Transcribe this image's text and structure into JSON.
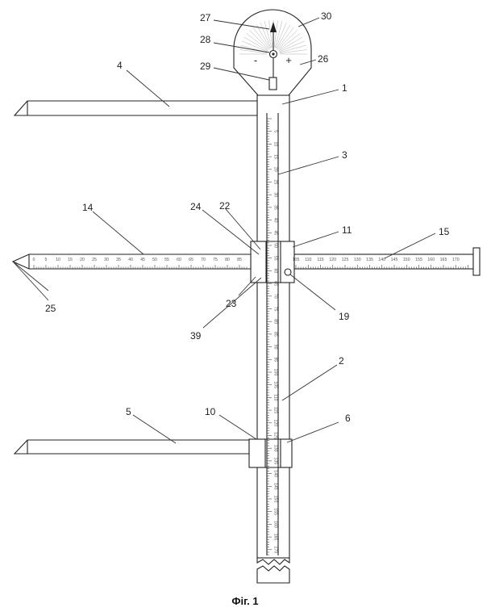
{
  "caption": "Фіг. 1",
  "dial": {
    "minus": "-",
    "plus": "+"
  },
  "labels": [
    {
      "id": "27",
      "text": "27"
    },
    {
      "id": "30",
      "text": "30"
    },
    {
      "id": "28",
      "text": "28"
    },
    {
      "id": "26",
      "text": "26"
    },
    {
      "id": "29",
      "text": "29"
    },
    {
      "id": "4",
      "text": "4"
    },
    {
      "id": "1",
      "text": "1"
    },
    {
      "id": "3",
      "text": "3"
    },
    {
      "id": "14",
      "text": "14"
    },
    {
      "id": "24",
      "text": "24"
    },
    {
      "id": "22",
      "text": "22"
    },
    {
      "id": "11",
      "text": "11"
    },
    {
      "id": "15",
      "text": "15"
    },
    {
      "id": "25",
      "text": "25"
    },
    {
      "id": "23",
      "text": "23"
    },
    {
      "id": "19",
      "text": "19"
    },
    {
      "id": "39",
      "text": "39"
    },
    {
      "id": "2",
      "text": "2"
    },
    {
      "id": "5",
      "text": "5"
    },
    {
      "id": "10",
      "text": "10"
    },
    {
      "id": "6",
      "text": "6"
    }
  ],
  "vertical_scale": [
    5,
    10,
    15,
    20,
    25,
    30,
    35,
    40,
    45,
    50,
    55,
    60,
    65,
    70,
    75,
    80,
    85,
    90,
    95,
    100,
    105,
    110,
    115,
    120,
    125,
    130,
    135,
    140,
    145,
    150,
    155,
    160,
    165,
    170
  ],
  "left_scale": [
    0,
    5,
    10,
    15,
    20,
    25,
    30,
    35,
    40,
    45,
    50,
    55,
    60,
    65,
    70,
    75,
    80,
    85
  ],
  "right_scale": [
    105,
    110,
    115,
    120,
    125,
    130,
    135,
    140,
    145,
    150,
    155,
    160,
    165,
    170
  ]
}
